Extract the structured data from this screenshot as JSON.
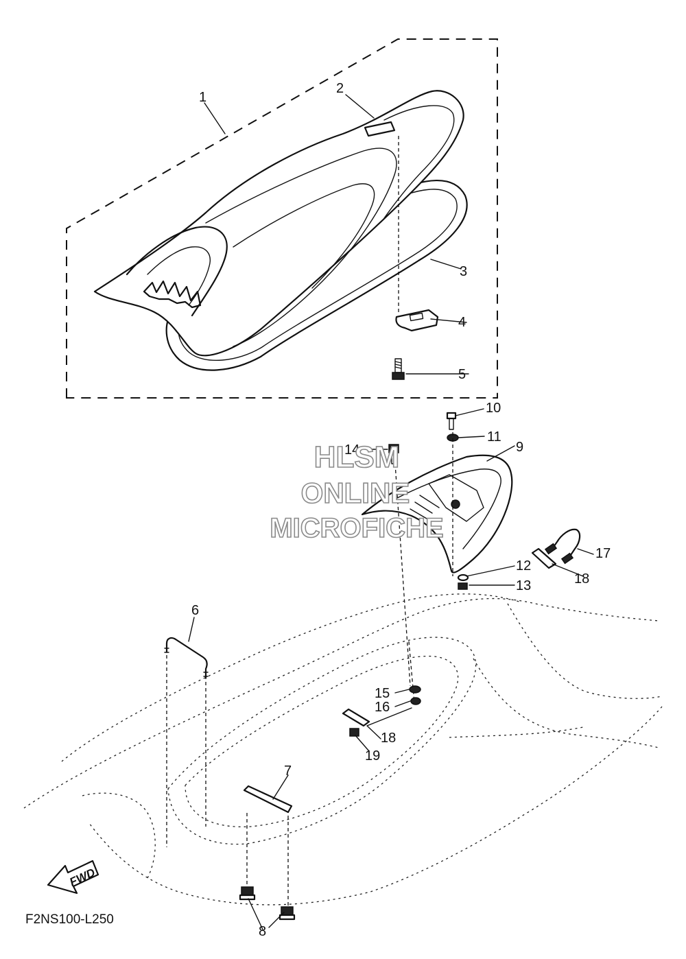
{
  "callouts": {
    "c1": "1",
    "c2": "2",
    "c3": "3",
    "c4": "4",
    "c5": "5",
    "c6": "6",
    "c7": "7",
    "c8": "8",
    "c9": "9",
    "c10": "10",
    "c11": "11",
    "c12": "12",
    "c13": "13",
    "c14": "14",
    "c15": "15",
    "c16": "16",
    "c17": "17",
    "c18a": "18",
    "c18b": "18",
    "c19": "19"
  },
  "direction_label": "FWD",
  "diagram_code": "F2NS100-L250",
  "watermark": {
    "line1": "HLSM",
    "line2": "ONLINE",
    "line3": "MICROFICHE"
  }
}
